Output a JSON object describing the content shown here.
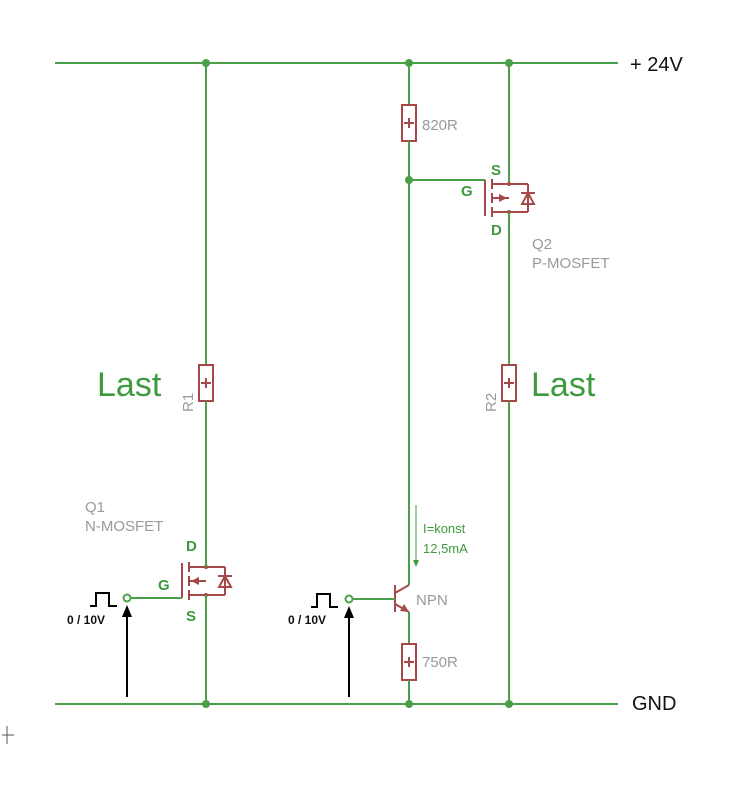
{
  "rails": {
    "supply_label": "+ 24V",
    "ground_label": "GND"
  },
  "components": {
    "q1": {
      "name": "Q1",
      "type": "N-MOSFET",
      "pin_d": "D",
      "pin_g": "G",
      "pin_s": "S"
    },
    "q2": {
      "name": "Q2",
      "type": "P-MOSFET",
      "pin_s": "S",
      "pin_g": "G",
      "pin_d": "D"
    },
    "r1": {
      "name": "R1",
      "load_label": "Last"
    },
    "r2": {
      "name": "R2",
      "load_label": "Last"
    },
    "r_top": {
      "value": "820R"
    },
    "r_bottom": {
      "value": "750R"
    },
    "npn": {
      "name": "NPN"
    }
  },
  "inputs": {
    "left": {
      "label": "0 / 10V"
    },
    "right": {
      "label": "0 / 10V"
    }
  },
  "annotation": {
    "current_line1": "I=konst",
    "current_line2": "12,5mA"
  },
  "colors": {
    "wire": "#4aa048",
    "component": "#a64848",
    "label_gray": "#9a9a9a",
    "label_green": "#3e9a3e"
  }
}
